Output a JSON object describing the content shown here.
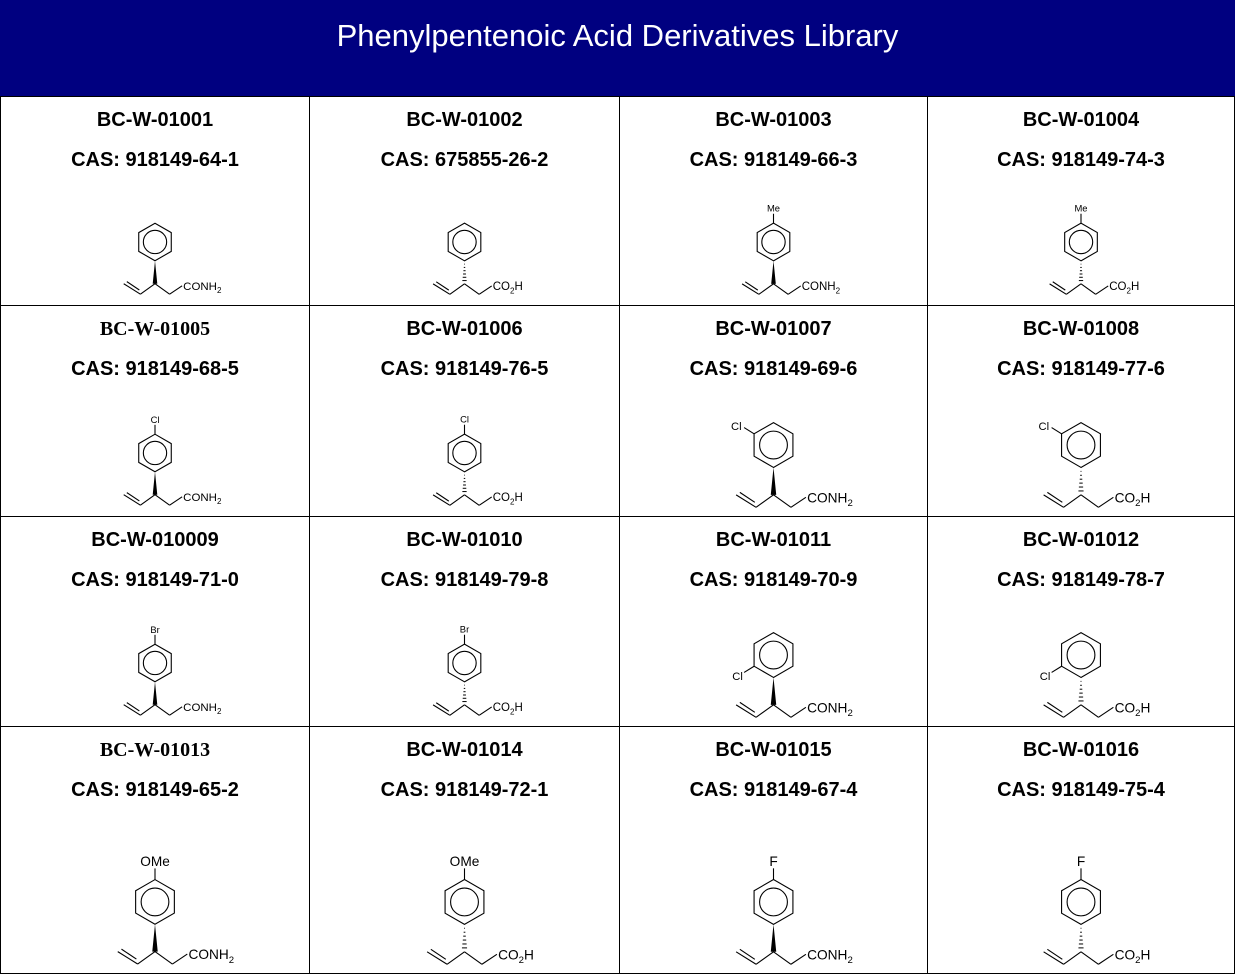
{
  "title": "Phenylpentenoic Acid Derivatives Library",
  "colors": {
    "header_bg": "#000080",
    "header_text": "#ffffff",
    "grid_line": "#000000"
  },
  "compounds": [
    {
      "code": "BC-W-01001",
      "cas": "CAS: 918149-64-1",
      "substituent": "",
      "group": "CONH",
      "stereo": "wedge"
    },
    {
      "code": "BC-W-01002",
      "cas": "CAS: 675855-26-2",
      "substituent": "",
      "group": "CO",
      "stereo": "hash"
    },
    {
      "code": "BC-W-01003",
      "cas": "CAS: 918149-66-3",
      "substituent": "Me",
      "group": "CONH",
      "stereo": "wedge"
    },
    {
      "code": "BC-W-01004",
      "cas": "CAS: 918149-74-3",
      "substituent": "Me",
      "group": "CO",
      "stereo": "hash"
    },
    {
      "code": "BC-W-01005",
      "cas": "CAS: 918149-68-5",
      "substituent": "Cl",
      "group": "CONH",
      "stereo": "wedge"
    },
    {
      "code": "BC-W-01006",
      "cas": "CAS: 918149-76-5",
      "substituent": "Cl",
      "group": "CO",
      "stereo": "hash"
    },
    {
      "code": "BC-W-01007",
      "cas": "CAS: 918149-69-6",
      "substituent": "Cl",
      "position": "meta",
      "group": "CONH",
      "stereo": "wedge"
    },
    {
      "code": "BC-W-01008",
      "cas": "CAS: 918149-77-6",
      "substituent": "Cl",
      "position": "meta",
      "group": "CO",
      "stereo": "hash"
    },
    {
      "code": "BC-W-010009",
      "cas": "CAS: 918149-71-0",
      "substituent": "Br",
      "group": "CONH",
      "stereo": "wedge"
    },
    {
      "code": "BC-W-01010",
      "cas": "CAS: 918149-79-8",
      "substituent": "Br",
      "group": "CO",
      "stereo": "hash"
    },
    {
      "code": "BC-W-01011",
      "cas": "CAS: 918149-70-9",
      "substituent": "Cl",
      "position": "ortho",
      "group": "CONH",
      "stereo": "wedge"
    },
    {
      "code": "BC-W-01012",
      "cas": "CAS: 918149-78-7",
      "substituent": "Cl",
      "position": "ortho",
      "group": "CO",
      "stereo": "hash"
    },
    {
      "code": "BC-W-01013",
      "cas": "CAS: 918149-65-2",
      "substituent": "OMe",
      "group": "CONH",
      "stereo": "wedge"
    },
    {
      "code": "BC-W-01014",
      "cas": "CAS: 918149-72-1",
      "substituent": "OMe",
      "group": "CO",
      "stereo": "hash"
    },
    {
      "code": "BC-W-01015",
      "cas": "CAS: 918149-67-4",
      "substituent": "F",
      "group": "CONH",
      "stereo": "wedge"
    },
    {
      "code": "BC-W-01016",
      "cas": "CAS: 918149-75-4",
      "substituent": "F",
      "group": "CO",
      "stereo": "hash"
    }
  ],
  "subscript": "2",
  "suffix_acid": "H"
}
